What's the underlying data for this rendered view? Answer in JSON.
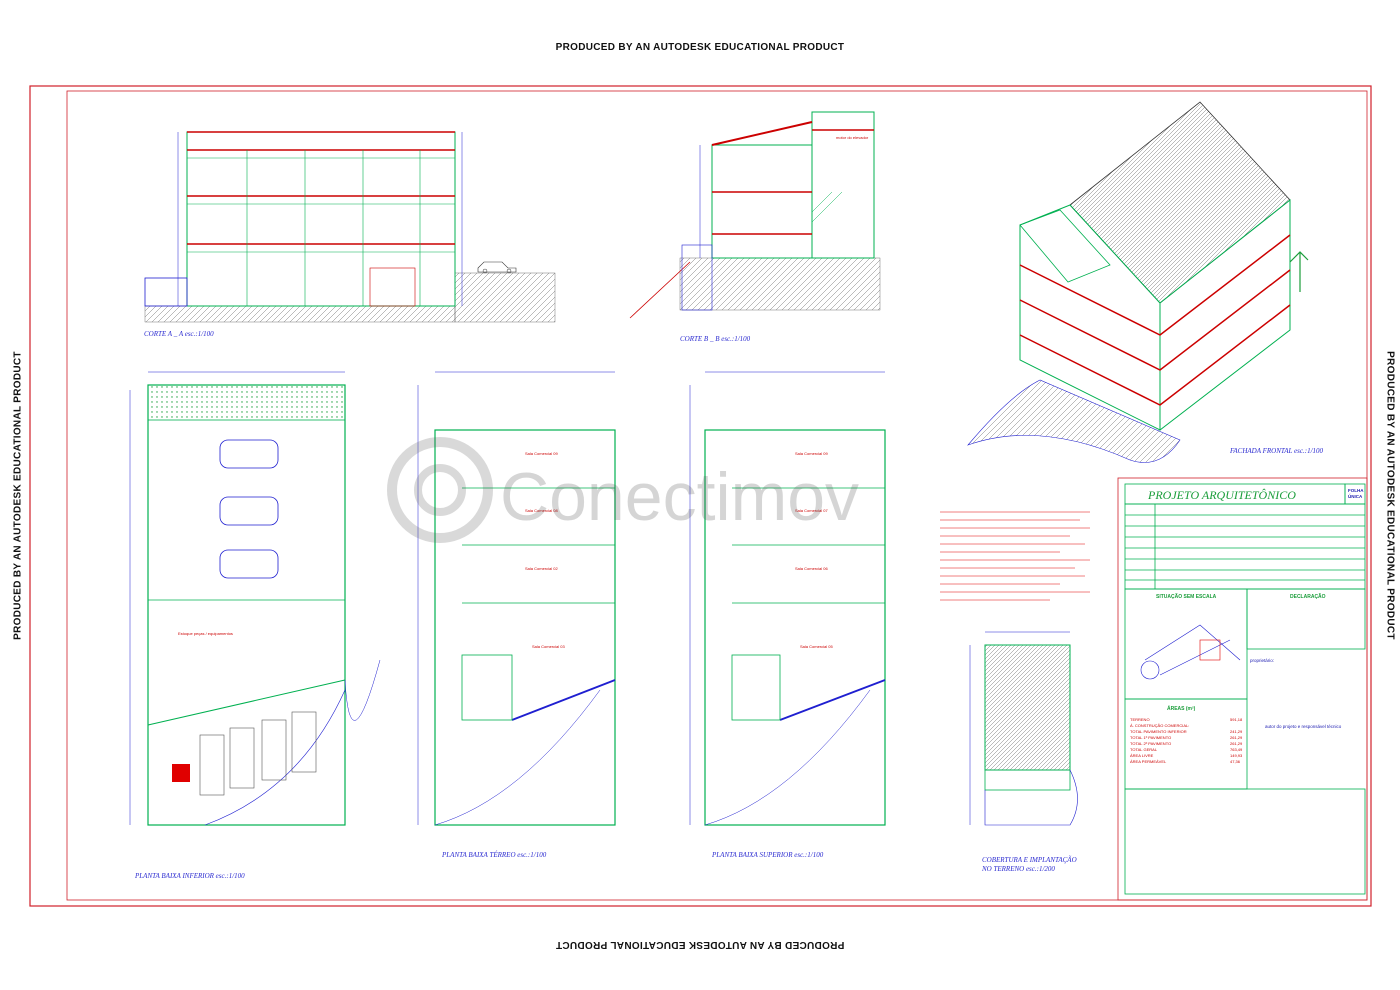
{
  "stamps": {
    "top": "PRODUCED BY AN AUTODESK EDUCATIONAL PRODUCT",
    "bottom": "PRODUCED BY AN AUTODESK EDUCATIONAL PRODUCT",
    "left": "PRODUCED BY AN AUTODESK EDUCATIONAL PRODUCT",
    "right": "PRODUCED BY AN AUTODESK EDUCATIONAL PRODUCT"
  },
  "watermark": "Conectimov",
  "drawings": {
    "corte_a": "CORTE A _ A      esc.:1/100",
    "corte_b": "CORTE B _ B      esc.:1/100",
    "fachada": "FACHADA FRONTAL      esc.:1/100",
    "planta_inferior": "PLANTA BAIXA INFERIOR  esc.:1/100",
    "planta_terreo": "PLANTA BAIXA TÉRREO  esc.:1/100",
    "planta_superior": "PLANTA BAIXA SUPERIOR  esc.:1/100",
    "cobertura_1": "COBERTURA E IMPLANTAÇÃO",
    "cobertura_2": "NO TERRENO      esc.:1/200"
  },
  "title_block": {
    "project": "PROJETO  ARQUITETÔNICO",
    "sheet_1": "FOLHA",
    "sheet_2": "ÚNICA",
    "situacao": "SITUAÇÃO SEM ESCALA",
    "declaracao": "DECLARAÇÃO",
    "areas": "ÁREAS (m²)",
    "proprietario_label": "proprietário:",
    "autor_label": "autor do projeto e responsável técnico",
    "area_rows": [
      {
        "label": "TERRENO",
        "value": "591,18"
      },
      {
        "label": "Á. CONSTRUÇÃO COMERCIAL:",
        "value": ""
      },
      {
        "label": "TOTAL PAVIMENTO INFERIOR",
        "value": "241,29"
      },
      {
        "label": "TOTAL 1º PAVIMENTO",
        "value": "261,29"
      },
      {
        "label": "TOTAL 2º PAVIMENTO",
        "value": "261,29"
      },
      {
        "label": "TOTAL GERAL",
        "value": "763,49"
      },
      {
        "label": "ÁREA LIVRE",
        "value": "149,93"
      },
      {
        "label": "ÁREA PERMEÁVEL",
        "value": "47,36"
      }
    ]
  },
  "rooms": {
    "s09": "Sala Comercial 09",
    "s08": "Sala Comercial 08",
    "s07": "Sala Comercial 07",
    "s06": "Sala Comercial 06",
    "s05": "Sala Comercial 05",
    "s04": "Sala Comercial 04",
    "s03": "Sala Comercial 03",
    "s02": "Sala Comercial 02",
    "estoque": "Estoque peças / equipamentos",
    "motor": "motor do elevador"
  },
  "colors": {
    "wall": "#00b050",
    "dim": "#1f1fd0",
    "accent": "#e00000",
    "frame": "#d0202a"
  }
}
